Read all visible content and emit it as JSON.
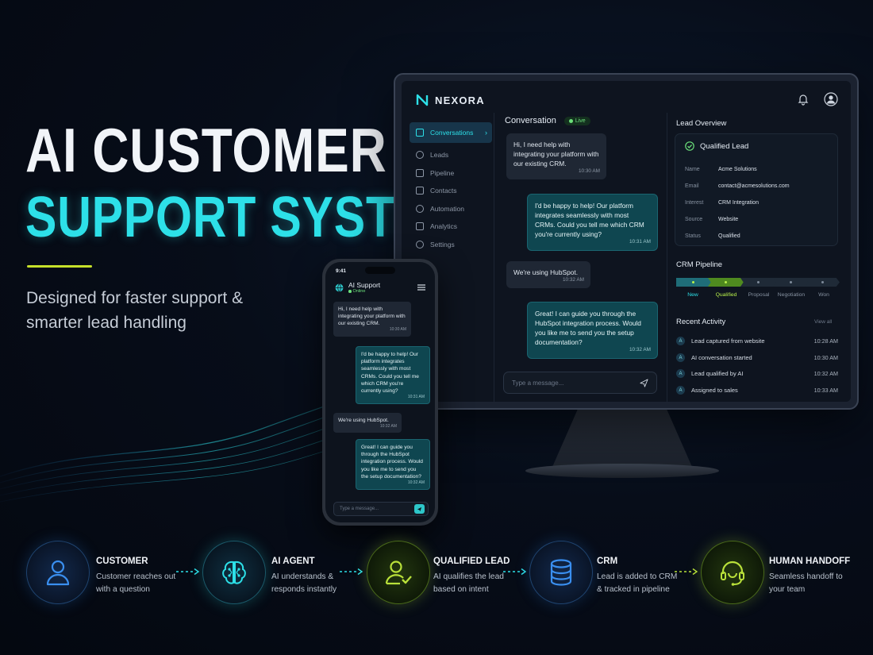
{
  "hero": {
    "title_line1": "AI CUSTOMER",
    "title_line2": "SUPPORT SYSTEM",
    "subtitle": "Designed for faster support & smarter lead handling"
  },
  "colors": {
    "accent_cyan": "#2de0e8",
    "accent_lime": "#c6e02a",
    "live_green": "#6be07a"
  },
  "desktop": {
    "brand": "NEXORA",
    "brand_icon": "n-logo-icon",
    "sidebar": [
      {
        "label": "Conversations",
        "icon": "chat-icon",
        "active": true
      },
      {
        "label": "Leads",
        "icon": "user-icon"
      },
      {
        "label": "Pipeline",
        "icon": "funnel-icon"
      },
      {
        "label": "Contacts",
        "icon": "contacts-icon"
      },
      {
        "label": "Automation",
        "icon": "automation-icon"
      },
      {
        "label": "Analytics",
        "icon": "analytics-icon"
      },
      {
        "label": "Settings",
        "icon": "gear-icon"
      }
    ],
    "conversation": {
      "title": "Conversation",
      "badge": "Live",
      "messages": [
        {
          "from": "customer",
          "text": "Hi, I need help with integrating your platform with our existing CRM.",
          "time": "10:30 AM"
        },
        {
          "from": "agent",
          "text": "I'd be happy to help! Our platform integrates seamlessly with most CRMs. Could you tell me which CRM you're currently using?",
          "time": "10:31 AM"
        },
        {
          "from": "customer",
          "text": "We're using HubSpot.",
          "time": "10:32 AM"
        },
        {
          "from": "agent",
          "text": "Great! I can guide you through the HubSpot integration process. Would you like me to send you the setup documentation?",
          "time": "10:32 AM"
        }
      ],
      "input_placeholder": "Type a message..."
    },
    "lead_overview": {
      "title": "Lead Overview",
      "status_heading": "Qualified Lead",
      "fields": [
        {
          "key": "Name",
          "value": "Acme Solutions"
        },
        {
          "key": "Email",
          "value": "contact@acmesolutions.com"
        },
        {
          "key": "Interest",
          "value": "CRM Integration"
        },
        {
          "key": "Source",
          "value": "Website"
        },
        {
          "key": "Status",
          "value": "Qualified"
        }
      ]
    },
    "pipeline": {
      "title": "CRM Pipeline",
      "stages": [
        "New",
        "Qualified",
        "Proposal",
        "Negotiation",
        "Won"
      ],
      "current_stage_index": 1
    },
    "activity": {
      "title": "Recent Activity",
      "view_all": "View all",
      "items": [
        {
          "avatar": "A",
          "text": "Lead captured from website",
          "time": "10:28 AM"
        },
        {
          "avatar": "A",
          "text": "AI conversation started",
          "time": "10:30 AM"
        },
        {
          "avatar": "A",
          "text": "Lead qualified by AI",
          "time": "10:32 AM"
        },
        {
          "avatar": "A",
          "text": "Assigned to sales",
          "time": "10:33 AM"
        }
      ]
    }
  },
  "phone": {
    "time": "9:41",
    "title": "AI Support",
    "status": "Online",
    "messages": [
      {
        "from": "customer",
        "text": "Hi, I need help with integrating your platform with our existing CRM.",
        "time": "10:30 AM"
      },
      {
        "from": "agent",
        "text": "I'd be happy to help! Our platform integrates seamlessly with most CRMs. Could you tell me which CRM you're currently using?",
        "time": "10:31 AM"
      },
      {
        "from": "customer",
        "text": "We're using HubSpot.",
        "time": "10:32 AM"
      },
      {
        "from": "agent",
        "text": "Great! I can guide you through the HubSpot integration process. Would you like me to send you the setup documentation?",
        "time": "10:32 AM"
      }
    ],
    "input_placeholder": "Type a message..."
  },
  "flow": [
    {
      "title": "CUSTOMER",
      "desc": "Customer reaches out with a question",
      "icon": "person-icon"
    },
    {
      "title": "AI AGENT",
      "desc": "AI understands & responds instantly",
      "icon": "brain-icon"
    },
    {
      "title": "QUALIFIED LEAD",
      "desc": "AI qualifies the lead based on intent",
      "icon": "user-check-icon"
    },
    {
      "title": "CRM",
      "desc": "Lead is added to CRM & tracked in pipeline",
      "icon": "database-icon"
    },
    {
      "title": "HUMAN HANDOFF",
      "desc": "Seamless handoff to your team",
      "icon": "headset-icon"
    }
  ]
}
